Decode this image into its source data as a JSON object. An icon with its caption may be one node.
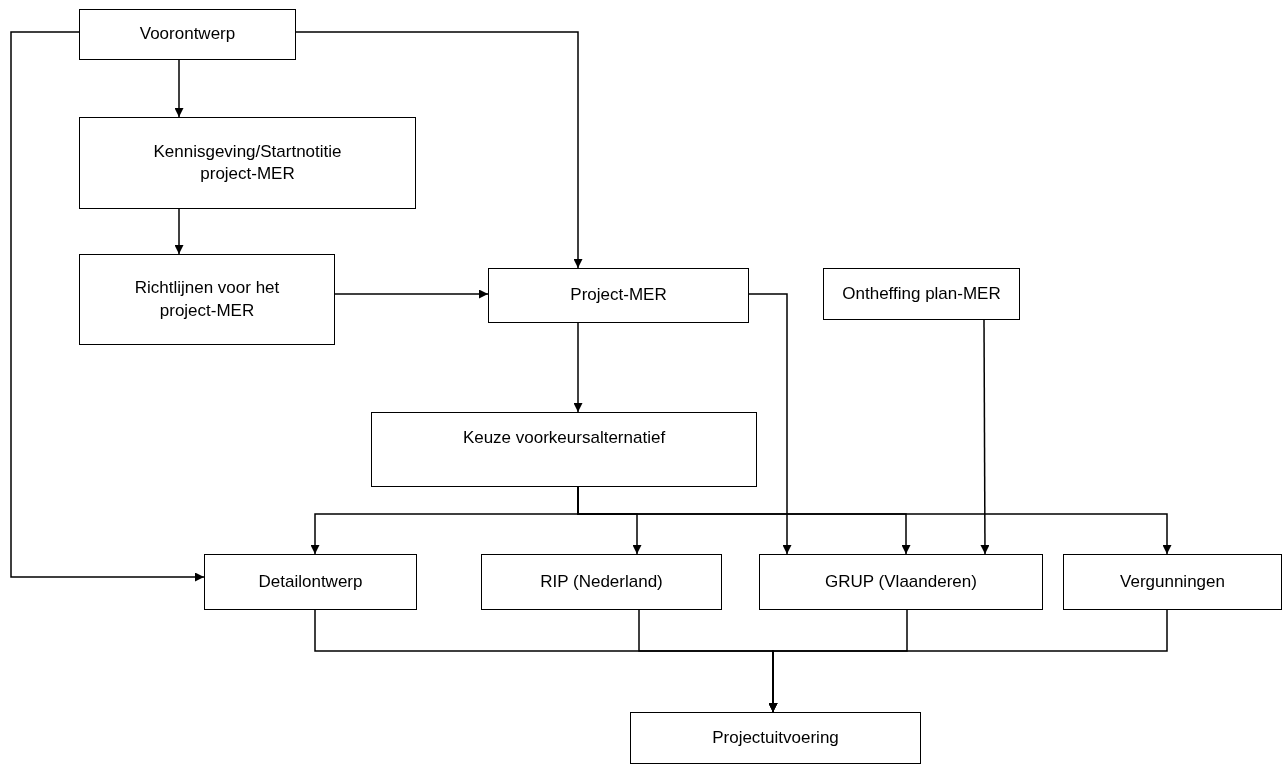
{
  "diagram": {
    "nodes": [
      {
        "text": [
          "Voorontwerp"
        ]
      },
      {
        "text": [
          "Kennisgeving/Startnotitie project-MER"
        ]
      },
      {
        "text": [
          "Richtlijnen voor het project-MER"
        ]
      },
      {
        "text": [
          "Project-MER"
        ]
      },
      {
        "text": [
          "Ontheffing plan-MER"
        ]
      },
      {
        "text": [
          "Keuze voorkeursalternatief"
        ]
      },
      {
        "text": [
          "Detailontwerp"
        ]
      },
      {
        "text": [
          "RIP (Nederland)"
        ]
      },
      {
        "text": [
          "GRUP (Vlaanderen)"
        ]
      },
      {
        "text": [
          "Vergunningen"
        ]
      },
      {
        "text": [
          "Projectuitvoering"
        ]
      }
    ],
    "edges": [
      {
        "from": 0,
        "to": 1,
        "arrow": "to"
      },
      {
        "from": 1,
        "to": 2,
        "arrow": "to"
      },
      {
        "from": 0,
        "to": 3,
        "arrow": "to"
      },
      {
        "from": 2,
        "to": 3,
        "arrow": "to"
      },
      {
        "from": 3,
        "to": 5,
        "arrow": "to"
      },
      {
        "from": 0,
        "to": 6,
        "arrow": "to"
      },
      {
        "from": 5,
        "to": 6,
        "arrow": "to"
      },
      {
        "from": 5,
        "to": 7,
        "arrow": "to"
      },
      {
        "from": 5,
        "to": 8,
        "arrow": "to"
      },
      {
        "from": 5,
        "to": 9,
        "arrow": "to"
      },
      {
        "from": 3,
        "to": 8,
        "arrow": "to"
      },
      {
        "from": 4,
        "to": 8,
        "arrow": "to"
      },
      {
        "from": 6,
        "to": 10,
        "arrow": "to"
      },
      {
        "from": 7,
        "to": 10,
        "arrow": "to"
      },
      {
        "from": 8,
        "to": 10,
        "arrow": "to"
      },
      {
        "from": 9,
        "to": 10,
        "arrow": "to"
      }
    ]
  }
}
